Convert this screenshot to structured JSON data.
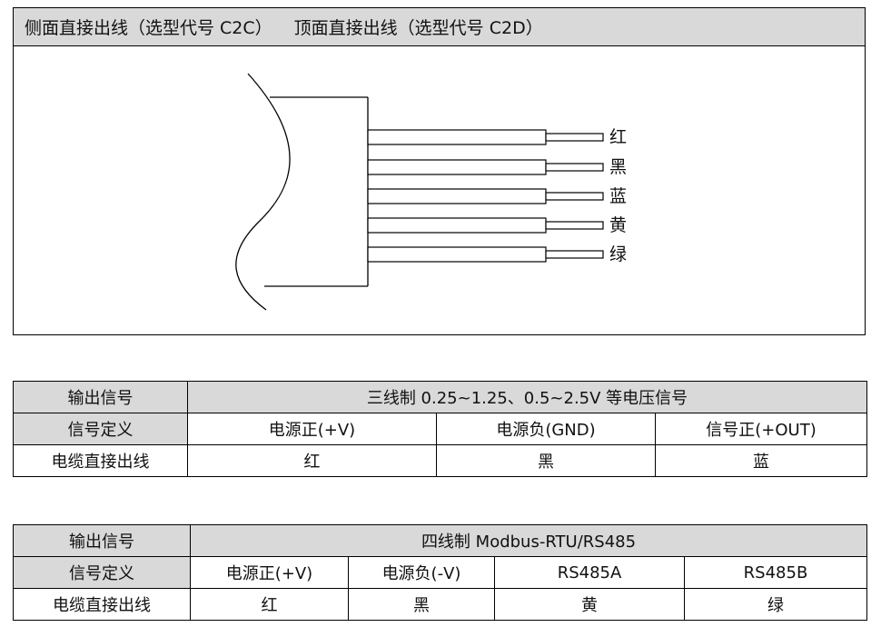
{
  "diagram": {
    "header_left": "侧面直接出线（选型代号 C2C）",
    "header_right": "顶面直接出线（选型代号 C2D）",
    "wires": [
      "红",
      "黑",
      "蓝",
      "黄",
      "绿"
    ]
  },
  "table1": {
    "row_output_label": "输出信号",
    "output_value": "三线制 0.25~1.25、0.5~2.5V 等电压信号",
    "row_signal_label": "信号定义",
    "signals": [
      "电源正(+V)",
      "电源负(GND)",
      "信号正(+OUT)"
    ],
    "row_cable_label": "电缆直接出线",
    "cables": [
      "红",
      "黑",
      "蓝"
    ]
  },
  "table2": {
    "row_output_label": "输出信号",
    "output_value": "四线制 Modbus-RTU/RS485",
    "row_signal_label": "信号定义",
    "signals": [
      "电源正(+V)",
      "电源负(-V)",
      "RS485A",
      "RS485B"
    ],
    "row_cable_label": "电缆直接出线",
    "cables": [
      "红",
      "黑",
      "黄",
      "绿"
    ]
  }
}
